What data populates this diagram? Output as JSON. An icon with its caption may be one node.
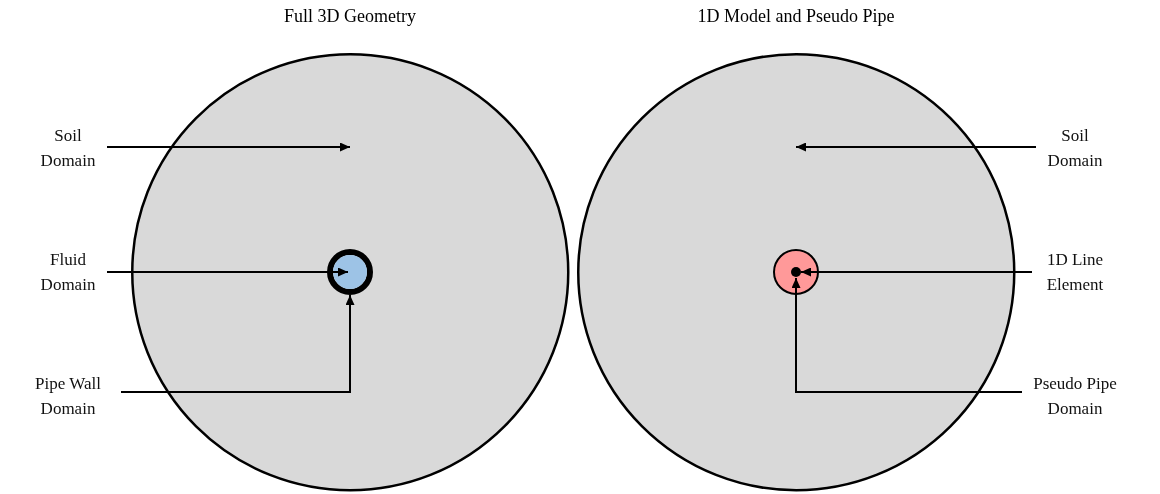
{
  "diagram": {
    "nodes": [
      {
        "text": [],
        "shape": "circle"
      },
      {
        "text": [],
        "shape": "circle",
        "in": 0
      },
      {
        "text": [],
        "shape": "circle",
        "in": 1
      },
      {
        "text": [
          "Soil Domain"
        ]
      },
      {
        "text": [
          "Fluid Domain"
        ]
      },
      {
        "text": [
          "Pipe Wall Domain"
        ]
      },
      {
        "text": [],
        "shape": "circle"
      },
      {
        "text": [],
        "shape": "circle",
        "in": 6
      },
      {
        "text": [],
        "shape": "circle",
        "in": 7
      },
      {
        "text": [
          "Soil Domain"
        ]
      },
      {
        "text": [
          "1D Line Element"
        ]
      },
      {
        "text": [
          "Pseudo Pipe Domain"
        ]
      }
    ],
    "edges": [
      {
        "from": 3,
        "to": 0,
        "arrow": "to"
      },
      {
        "from": 4,
        "to": 2,
        "arrow": "to"
      },
      {
        "from": 5,
        "to": 1,
        "arrow": "to"
      },
      {
        "from": 9,
        "to": 6,
        "arrow": "to"
      },
      {
        "from": 10,
        "to": 8,
        "arrow": "to"
      },
      {
        "from": 11,
        "to": 7,
        "arrow": "to"
      }
    ],
    "labels": [
      "Full 3D Geometry",
      "1D Model and Pseudo Pipe"
    ]
  }
}
